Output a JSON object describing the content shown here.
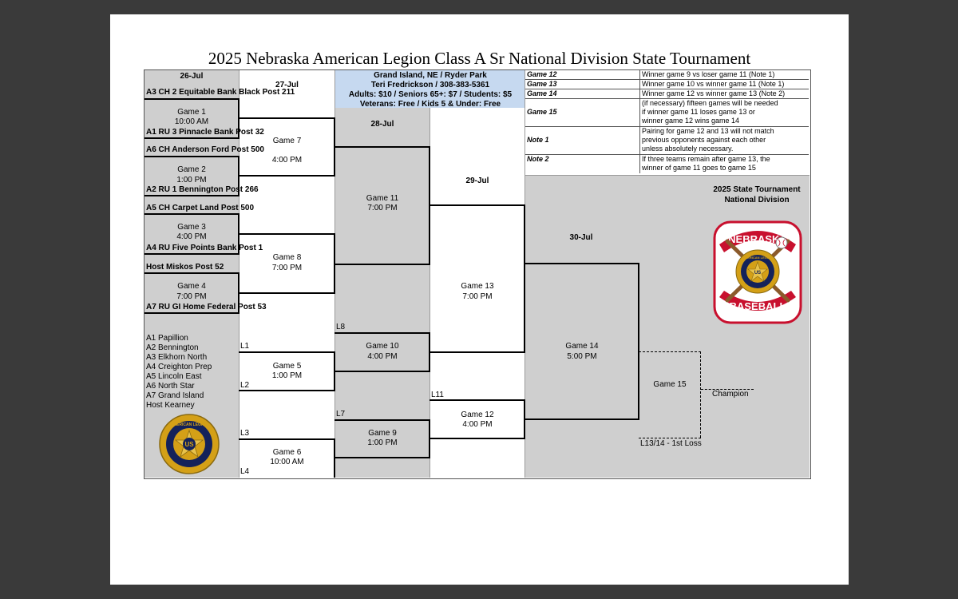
{
  "title": "2025 Nebraska American Legion Class A Sr National Division State Tournament",
  "info": {
    "line1": "Grand Island, NE / Ryder Park",
    "line2": "Teri Fredrickson / 308-383-5361",
    "line3": "Adults: $10 / Seniors 65+: $7 / Students: $5",
    "line4": "Veterans: Free / Kids 5 & Under: Free"
  },
  "dates": {
    "d26": "26-Jul",
    "d27": "27-Jul",
    "d28": "28-Jul",
    "d29": "29-Jul",
    "d30": "30-Jul"
  },
  "teams": {
    "t1": "A3 CH 2 Equitable Bank Black Post 211",
    "t2": "A1 RU 3 Pinnacle Bank Post 32",
    "t3": "A6 CH Anderson Ford Post 500",
    "t4": "A2 RU 1 Bennington Post 266",
    "t5": "A5 CH  Carpet Land Post 500",
    "t6": "A4 RU Five Points Bank Post 1",
    "t7": "Host Miskos Post 52",
    "t8": "A7 RU GI Home Federal Post 53"
  },
  "games": {
    "g1": {
      "name": "Game 1",
      "time": "10:00 AM"
    },
    "g2": {
      "name": "Game 2",
      "time": "1:00 PM"
    },
    "g3": {
      "name": "Game 3",
      "time": "4:00 PM"
    },
    "g4": {
      "name": "Game 4",
      "time": "7:00 PM"
    },
    "g5": {
      "name": "Game 5",
      "time": "1:00 PM"
    },
    "g6": {
      "name": "Game 6",
      "time": "10:00 AM"
    },
    "g7": {
      "name": "Game 7",
      "time": "4:00 PM"
    },
    "g8": {
      "name": "Game 8",
      "time": "7:00 PM"
    },
    "g9": {
      "name": "Game 9",
      "time": "1:00 PM"
    },
    "g10": {
      "name": "Game 10",
      "time": "4:00 PM"
    },
    "g11": {
      "name": "Game 11",
      "time": "7:00 PM"
    },
    "g12": {
      "name": "Game 12",
      "time": "4:00 PM"
    },
    "g13": {
      "name": "Game 13",
      "time": "7:00 PM"
    },
    "g14": {
      "name": "Game 14",
      "time": "5:00 PM"
    },
    "g15": {
      "name": "Game 15"
    }
  },
  "seeds": [
    "A1 Papillion",
    "A2 Bennington",
    "A3 Elkhorn North",
    "A4 Creighton Prep",
    "A5 Lincoln East",
    "A6 North Star",
    "A7 Grand Island",
    "Host Kearney"
  ],
  "losers": {
    "l1": "L1",
    "l2": "L2",
    "l3": "L3",
    "l4": "L4",
    "l7": "L7",
    "l8": "L8",
    "l11": "L11"
  },
  "champion": "Champion",
  "first_loss": "L13/14 - 1st Loss",
  "notes": [
    {
      "label": "Game 12",
      "lines": [
        "Winner game 9 vs loser game 11 (Note 1)"
      ]
    },
    {
      "label": "Game 13",
      "lines": [
        "Winner game 10 vs winner game 11 (Note 1)"
      ]
    },
    {
      "label": "Game 14",
      "lines": [
        "Winner game 12 vs winner game 13 (Note 2)"
      ]
    },
    {
      "label": "Game 15",
      "lines": [
        "(if necessary) fifteen games will be needed",
        "if winner game 11 loses game 13 or",
        "winner game 12 wins game 14"
      ]
    },
    {
      "label": "Note 1",
      "lines": [
        "Pairing for game 12 and 13 will not match",
        "previous opponents against each other",
        "unless absolutely necessary."
      ]
    },
    {
      "label": "Note 2",
      "lines": [
        "If three teams remain after game 13, the",
        "winner of game 11 goes to game 15"
      ]
    }
  ],
  "logo_panel": {
    "line1": "2025 State Tournament",
    "line2": "National Division",
    "logo_top": "NEBRASKA",
    "logo_bottom": "BASEBALL",
    "logo_ring": "AMERICAN LEGION",
    "emblem_center": "US"
  },
  "emblem": {
    "center": "US",
    "ring": "AMERICAN LEGION"
  },
  "colors": {
    "gray": "#cfcfcf",
    "info_blue": "#c6d9f0",
    "logo_red": "#c8102e",
    "logo_navy": "#14225a",
    "logo_gold": "#d4a017"
  }
}
